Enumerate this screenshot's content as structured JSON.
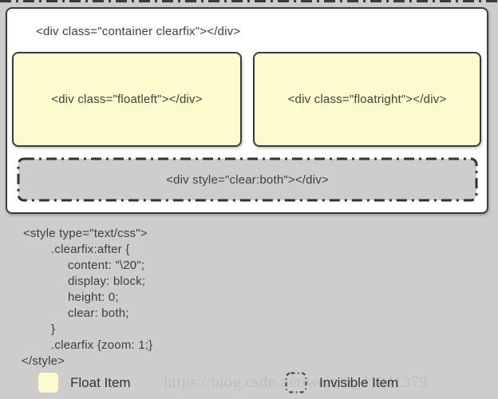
{
  "colors": {
    "page_bg": "#cdcdcd",
    "container_bg": "#ffffff",
    "border_dark": "#3b3b3b",
    "float_item_bg": "#fbfbce",
    "text": "#404040",
    "watermark": "#bcbcbc"
  },
  "diagram": {
    "container_label": "<div class=\"container clearfix\"></div>",
    "float_left_label": "<div class=\"floatleft\"></div>",
    "float_right_label": "<div class=\"floatright\"></div>",
    "clear_label": "<div style=\"clear:both\"></div>"
  },
  "code": {
    "lines": [
      "<style type=\"text/css\">",
      ".clearfix:after {",
      "content: \"\\20\";",
      "display: block;",
      "height: 0;",
      "clear: both;",
      "}",
      ".clearfix {zoom: 1;}",
      "</style>"
    ]
  },
  "legend": {
    "float_item_label": "Float Item",
    "invisible_item_label": "Invisible Item"
  },
  "watermark_text": "https://blog.csdn.net/weixin_41041379"
}
